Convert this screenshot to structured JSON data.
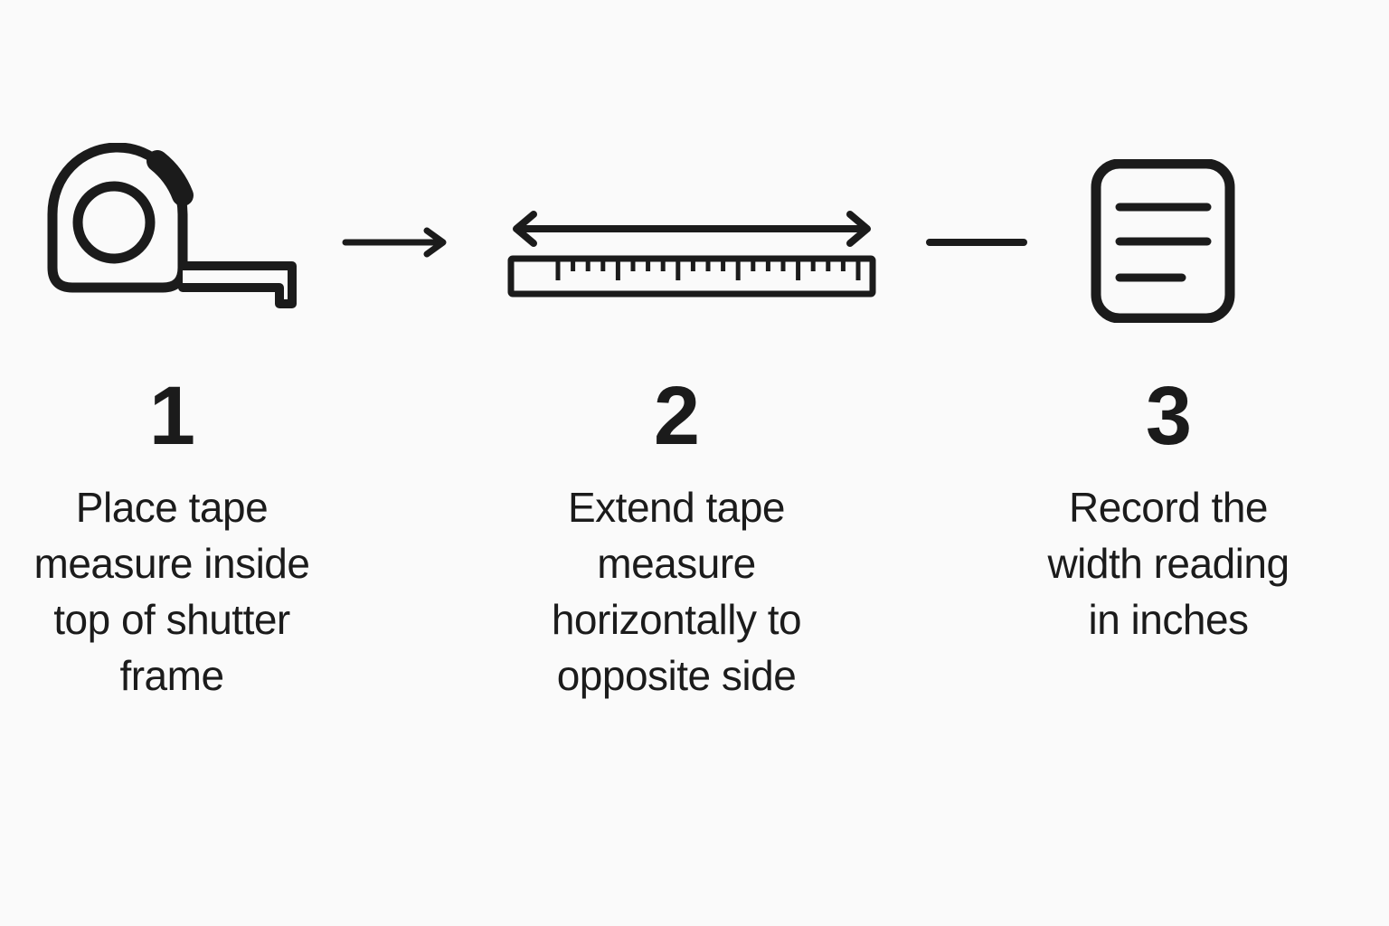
{
  "colors": {
    "background": "#fafafa",
    "ink": "#1b1b1b"
  },
  "steps": [
    {
      "number": "1",
      "icon": "tape-measure-icon",
      "caption": "Place tape\nmeasure inside\ntop of shutter\nframe"
    },
    {
      "number": "2",
      "icon": "extended-ruler-icon",
      "caption": "Extend tape\nmeasure\nhorizontally to\nopposite side"
    },
    {
      "number": "3",
      "icon": "notes-document-icon",
      "caption": "Record the\nwidth reading\nin inches"
    }
  ],
  "connectors": [
    {
      "from": "1",
      "to": "2",
      "type": "arrow"
    },
    {
      "from": "2",
      "to": "3",
      "type": "line"
    }
  ]
}
